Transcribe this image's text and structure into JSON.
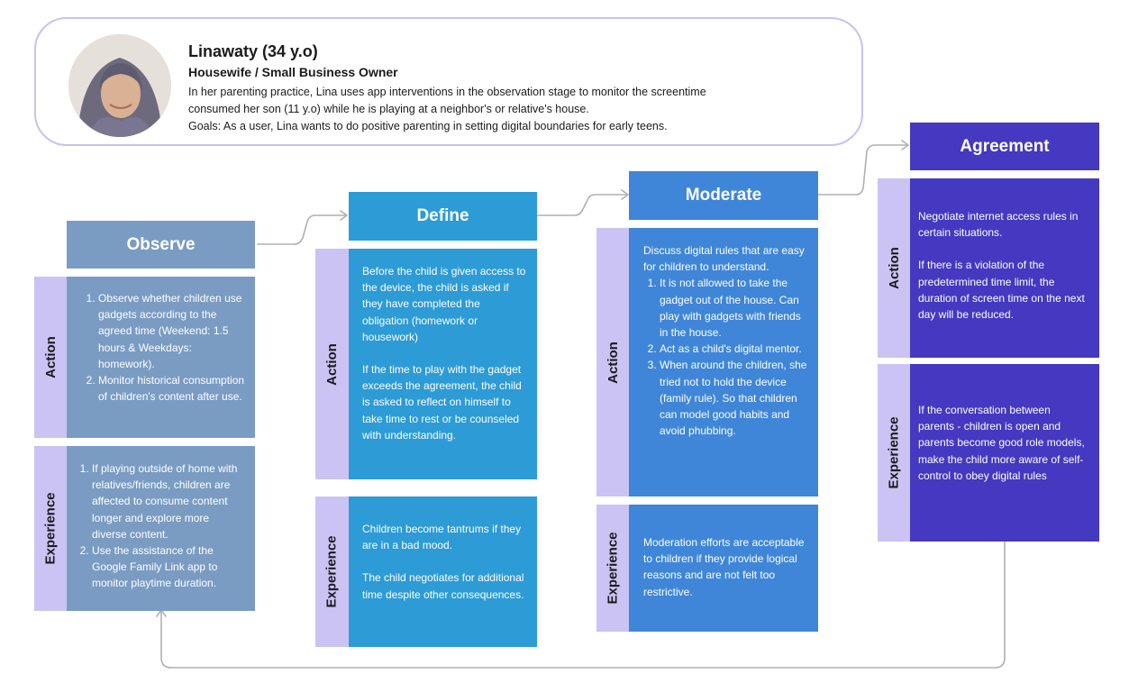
{
  "persona": {
    "name": "Linawaty (34 y.o)",
    "role": "Housewife / Small Business Owner",
    "desc_1": "In her parenting practice, Lina uses app interventions in the observation stage to monitor the screentime",
    "desc_2": "consumed her son (11 y.o) while he is playing at a neighbor's or relative's house.",
    "goals": "Goals: As a user, Lina wants to do positive parenting in setting digital boundaries for early teens."
  },
  "labels": {
    "action": "Action",
    "experience": "Experience"
  },
  "colors": {
    "observe": "#7a9cc3",
    "define": "#2d9bd6",
    "moderate": "#3f86d8",
    "agreement": "#4439c0",
    "side_label": "#cbc3f3",
    "persona_border": "#c9c1f0",
    "connector": "#b0b0b0"
  },
  "stages": {
    "observe": {
      "title": "Observe",
      "action": [
        "Observe whether children use gadgets according to the agreed time (Weekend: 1.5 hours & Weekdays: homework).",
        "Monitor historical consumption of children's content after use."
      ],
      "experience": [
        "If playing outside of home with relatives/friends, children are affected to consume content longer and explore more diverse content.",
        "Use the assistance of the Google Family Link app to monitor playtime duration."
      ]
    },
    "define": {
      "title": "Define",
      "action_p1": "Before the child is given access to the device, the child is asked if they have completed the obligation (homework or housework)",
      "action_p2": "If the time to play with the gadget exceeds the agreement, the child is asked to reflect on himself to take time to rest or be counseled with understanding.",
      "experience_p1": "Children become tantrums if they are in a bad mood.",
      "experience_p2": "The child negotiates for additional time despite other consequences."
    },
    "moderate": {
      "title": "Moderate",
      "action_intro": "Discuss digital rules that are easy for children to understand.",
      "action": [
        "It is not allowed to take the gadget out of the house. Can play with gadgets with friends in the house.",
        "Act as a child's digital mentor.",
        "When around the children, she tried not to hold the device (family rule). So that children can model good habits and avoid phubbing."
      ],
      "experience": "Moderation efforts are acceptable to children if they provide logical reasons and are not felt too restrictive."
    },
    "agreement": {
      "title": "Agreement",
      "action_p1": "Negotiate internet access rules in certain situations.",
      "action_p2": "If there is a violation of the predetermined time limit, the duration of screen time on the next day will be reduced.",
      "experience": "If the conversation between parents - children is open and parents become good role models, make the child more aware of self-control to obey digital rules"
    }
  }
}
